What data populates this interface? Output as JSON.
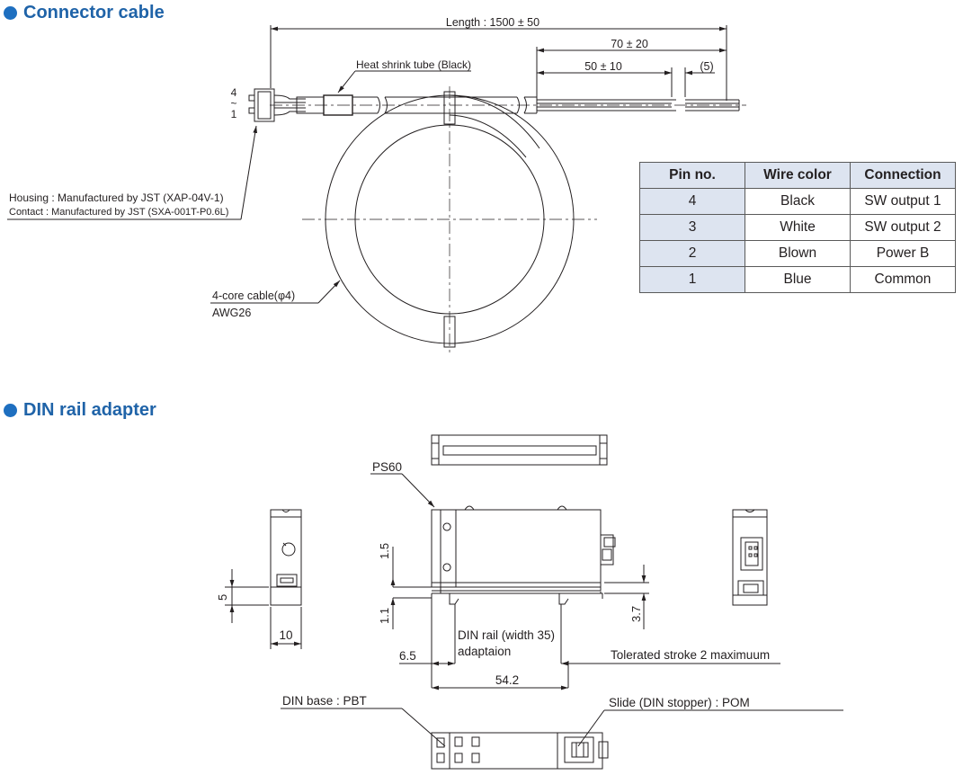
{
  "sections": {
    "connector_cable": "Connector cable",
    "din_rail_adapter": "DIN rail adapter"
  },
  "cable": {
    "length": "Length : 1500 ± 50",
    "dim_70": "70 ± 20",
    "dim_50": "50 ± 10",
    "dim_5": "(5)",
    "heat_shrink": "Heat shrink tube (Black)",
    "pin_top": "4",
    "pin_tilde": "~",
    "pin_bottom": "1",
    "housing": "Housing : Manufactured by JST (XAP-04V-1)",
    "contact": "Contact : Manufactured by JST (SXA-001T-P0.6L)",
    "core": "4-core cable(φ4)",
    "awg": "AWG26"
  },
  "pin_table": {
    "headers": [
      "Pin no.",
      "Wire color",
      "Connection"
    ],
    "rows": [
      [
        "4",
        "Black",
        "SW output 1"
      ],
      [
        "3",
        "White",
        "SW output 2"
      ],
      [
        "2",
        "Blown",
        "Power B"
      ],
      [
        "1",
        "Blue",
        "Common"
      ]
    ]
  },
  "din": {
    "ps60": "PS60",
    "dim_1_5": "1.5",
    "dim_1_1": "1.1",
    "dim_5": "5",
    "dim_10": "10",
    "dim_3_7": "3.7",
    "dim_6_5": "6.5",
    "dim_54_2": "54.2",
    "rail_line1": "DIN rail (width 35)",
    "rail_line2": "adaptaion",
    "stroke": "Tolerated stroke 2 maximuum",
    "base": "DIN base : PBT",
    "slide": "Slide (DIN stopper) : POM"
  },
  "colors": {
    "title": "#1f63a8",
    "bullet": "#1e6fc0",
    "table_header_bg": "#dde4f0"
  }
}
